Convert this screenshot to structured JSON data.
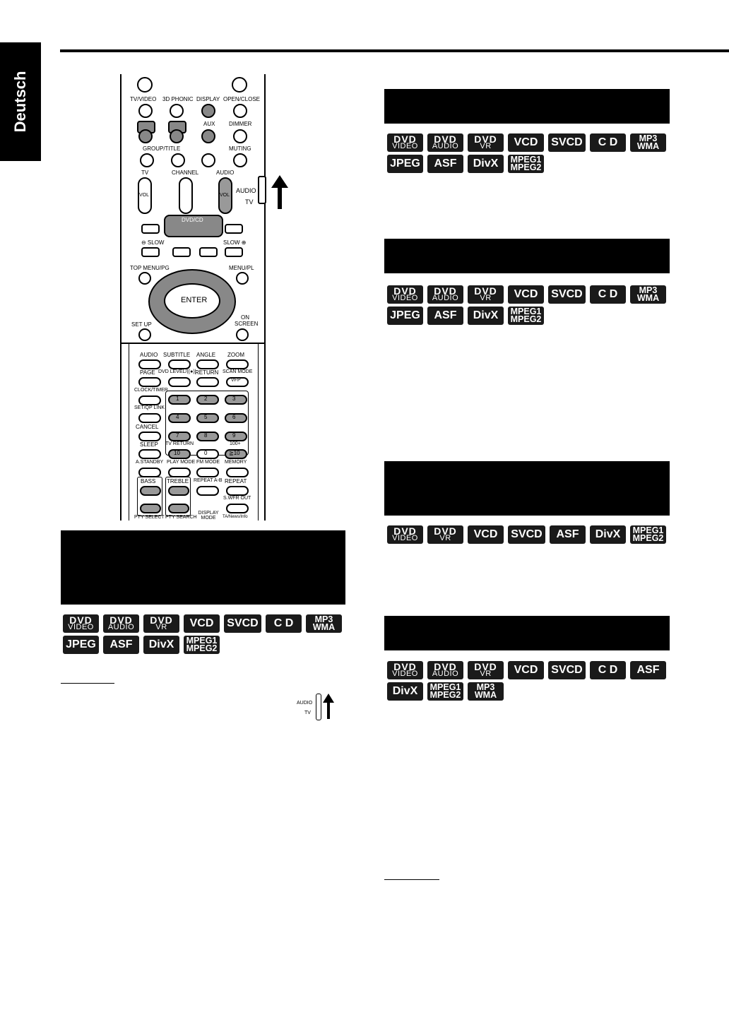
{
  "sidebar": {
    "language_tab": "Deutsch"
  },
  "remote": {
    "labels": {
      "tv_video": "TV/VIDEO",
      "phonic": "3D PHONIC",
      "display": "DISPLAY",
      "open_close": "OPEN/CLOSE",
      "aux": "AUX",
      "dimmer": "DIMMER",
      "group_title": "GROUP/TITLE",
      "muting": "MUTING",
      "tv": "TV",
      "channel": "CHANNEL",
      "audio_vol": "AUDIO",
      "vol": "VOL",
      "vol2": "VOL",
      "sw_audio": "AUDIO",
      "sw_tv": "TV",
      "dvd_cd": "DVD/CD",
      "slow_minus": "⊖ SLOW",
      "slow_plus": "SLOW ⊕",
      "top_menu": "TOP MENU/PG",
      "menu_pl": "MENU/PL",
      "enter": "ENTER",
      "set_up": "SET UP",
      "on_screen": "ON SCREEN",
      "audio": "AUDIO",
      "subtitle": "SUBTITLE",
      "angle": "ANGLE",
      "zoom": "ZOOM",
      "page": "PAGE",
      "dvd_level": "DVD LEVEL/((●))",
      "return": "RETURN",
      "scan_mode": "SCAN MODE",
      "vfp": "VFP",
      "clock_timer": "CLOCK/TIMER",
      "set_qp_link": "SET/QP LINK",
      "cancel": "CANCEL",
      "sleep": "SLEEP",
      "tv_return": "TV RETURN",
      "hundred_plus": "100+",
      "n1": "1",
      "n2": "2",
      "n3": "3",
      "n4": "4",
      "n5": "5",
      "n6": "6",
      "n7": "7",
      "n8": "8",
      "n9": "9",
      "n10": "10",
      "n0": "0",
      "ge10": "≧10",
      "a_standby": "A.STANDBY",
      "play_mode": "PLAY MODE",
      "fm_mode": "FM MODE",
      "memory": "MEMORY",
      "bass": "BASS",
      "treble": "TREBLE",
      "repeat_ab": "REPEAT A-B",
      "repeat": "REPEAT",
      "swfr_out": "S.WFR OUT",
      "display_mode": "DISPLAY MODE",
      "pty_select": "PTY SELECT",
      "pty_search": "PTY SEARCH",
      "ta_news": "TA/News/Info"
    }
  },
  "mode_switch": {
    "audio": "AUDIO",
    "tv": "TV"
  },
  "badge_sets": {
    "set_left": [
      {
        "a": "DVD",
        "b": "VIDEO"
      },
      {
        "a": "DVD",
        "b": "AUDIO"
      },
      {
        "a": "DVD",
        "b": "VR"
      },
      {
        "t": "VCD"
      },
      {
        "t": "SVCD"
      },
      {
        "t": "C D"
      },
      {
        "s1": "MP3",
        "s2": "WMA"
      },
      {
        "t": "JPEG"
      },
      {
        "t": "ASF"
      },
      {
        "t": "DivX"
      },
      {
        "s1": "MPEG1",
        "s2": "MPEG2"
      }
    ],
    "set_r1": [
      {
        "a": "DVD",
        "b": "VIDEO"
      },
      {
        "a": "DVD",
        "b": "AUDIO"
      },
      {
        "a": "DVD",
        "b": "VR"
      },
      {
        "t": "VCD"
      },
      {
        "t": "SVCD"
      },
      {
        "t": "C D"
      },
      {
        "s1": "MP3",
        "s2": "WMA"
      },
      {
        "t": "JPEG"
      },
      {
        "t": "ASF"
      },
      {
        "t": "DivX"
      },
      {
        "s1": "MPEG1",
        "s2": "MPEG2"
      }
    ],
    "set_r2": [
      {
        "a": "DVD",
        "b": "VIDEO"
      },
      {
        "a": "DVD",
        "b": "AUDIO"
      },
      {
        "a": "DVD",
        "b": "VR"
      },
      {
        "t": "VCD"
      },
      {
        "t": "SVCD"
      },
      {
        "t": "C D"
      },
      {
        "s1": "MP3",
        "s2": "WMA"
      },
      {
        "t": "JPEG"
      },
      {
        "t": "ASF"
      },
      {
        "t": "DivX"
      },
      {
        "s1": "MPEG1",
        "s2": "MPEG2"
      }
    ],
    "set_r3": [
      {
        "a": "DVD",
        "b": "VIDEO"
      },
      {
        "a": "DVD",
        "b": "VR"
      },
      {
        "t": "VCD"
      },
      {
        "t": "SVCD"
      },
      {
        "t": "ASF"
      },
      {
        "t": "DivX"
      },
      {
        "s1": "MPEG1",
        "s2": "MPEG2"
      }
    ],
    "set_r4": [
      {
        "a": "DVD",
        "b": "VIDEO"
      },
      {
        "a": "DVD",
        "b": "AUDIO"
      },
      {
        "a": "DVD",
        "b": "VR"
      },
      {
        "t": "VCD"
      },
      {
        "t": "SVCD"
      },
      {
        "t": "C D"
      },
      {
        "t": "ASF"
      },
      {
        "t": "DivX"
      },
      {
        "s1": "MPEG1",
        "s2": "MPEG2"
      },
      {
        "s1": "MP3",
        "s2": "WMA"
      }
    ]
  }
}
